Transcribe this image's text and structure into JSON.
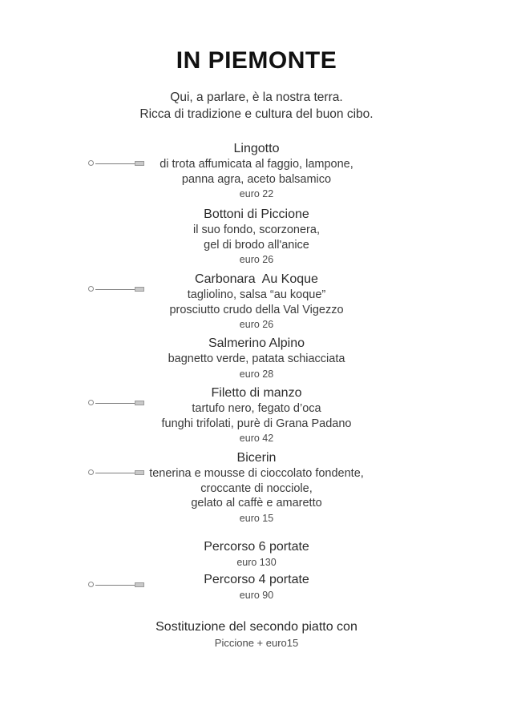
{
  "header": {
    "title": "IN PIEMONTE",
    "subtitle_lines": [
      "Qui, a parlare, è la nostra terra.",
      "Ricca di tradizione e cultura del buon cibo."
    ]
  },
  "dishes": [
    {
      "name": "Lingotto",
      "description_lines": [
        "di trota affumicata al faggio, lampone,",
        "panna agra, aceto balsamico"
      ],
      "price": "euro 22"
    },
    {
      "name": "Bottoni di Piccione",
      "description_lines": [
        "il suo fondo, scorzonera,",
        "gel di brodo all'anice"
      ],
      "price": "euro 26"
    },
    {
      "name": "Carbonara  Au Koque",
      "description_lines": [
        "tagliolino, salsa “au koque”",
        "prosciutto crudo della Val Vigezzo"
      ],
      "price": "euro 26"
    },
    {
      "name": "Salmerino Alpino",
      "description_lines": [
        "bagnetto verde, patata schiacciata"
      ],
      "price": "euro 28"
    },
    {
      "name": "Filetto di manzo",
      "description_lines": [
        "tartufo nero, fegato d’oca",
        "funghi trifolati, purè di Grana Padano"
      ],
      "price": "euro 42"
    },
    {
      "name": "Bicerin",
      "description_lines": [
        "tenerina e mousse di cioccolato fondente,",
        "croccante di nocciole,",
        "gelato al caffè e amaretto"
      ],
      "price": "euro 15"
    }
  ],
  "tasting_menus": [
    {
      "name": "Percorso 6 portate",
      "price": "euro 130"
    },
    {
      "name": "Percorso 4 portate",
      "price": "euro 90"
    }
  ],
  "note": {
    "title": "Sostituzione del secondo piatto con",
    "subtitle": "Piccione + euro15"
  },
  "markers": [
    {
      "id": "marker-lingotto"
    },
    {
      "id": "marker-carbonara"
    },
    {
      "id": "marker-filetto"
    },
    {
      "id": "marker-bicerin"
    },
    {
      "id": "marker-percorso-4"
    }
  ],
  "colors": {
    "background": "#ffffff",
    "text": "#2b2b2b",
    "muted_text": "#4a4a4a",
    "marker_line": "#7d7d7d",
    "marker_fill": "#c9c9c9"
  }
}
